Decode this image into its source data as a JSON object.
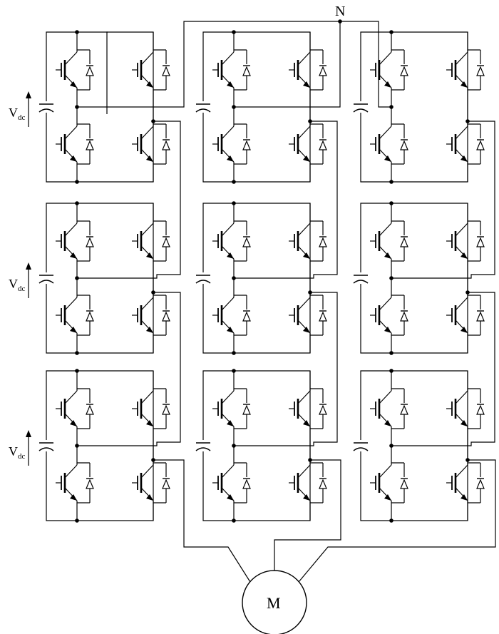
{
  "diagram": {
    "neutral_label": "N",
    "motor_label": "M",
    "source_label": {
      "main": "V",
      "sub": "dc"
    },
    "stage_rows": 3,
    "phase_columns": 3,
    "colors": {
      "line": "#000000",
      "background": "#ffffff"
    }
  }
}
